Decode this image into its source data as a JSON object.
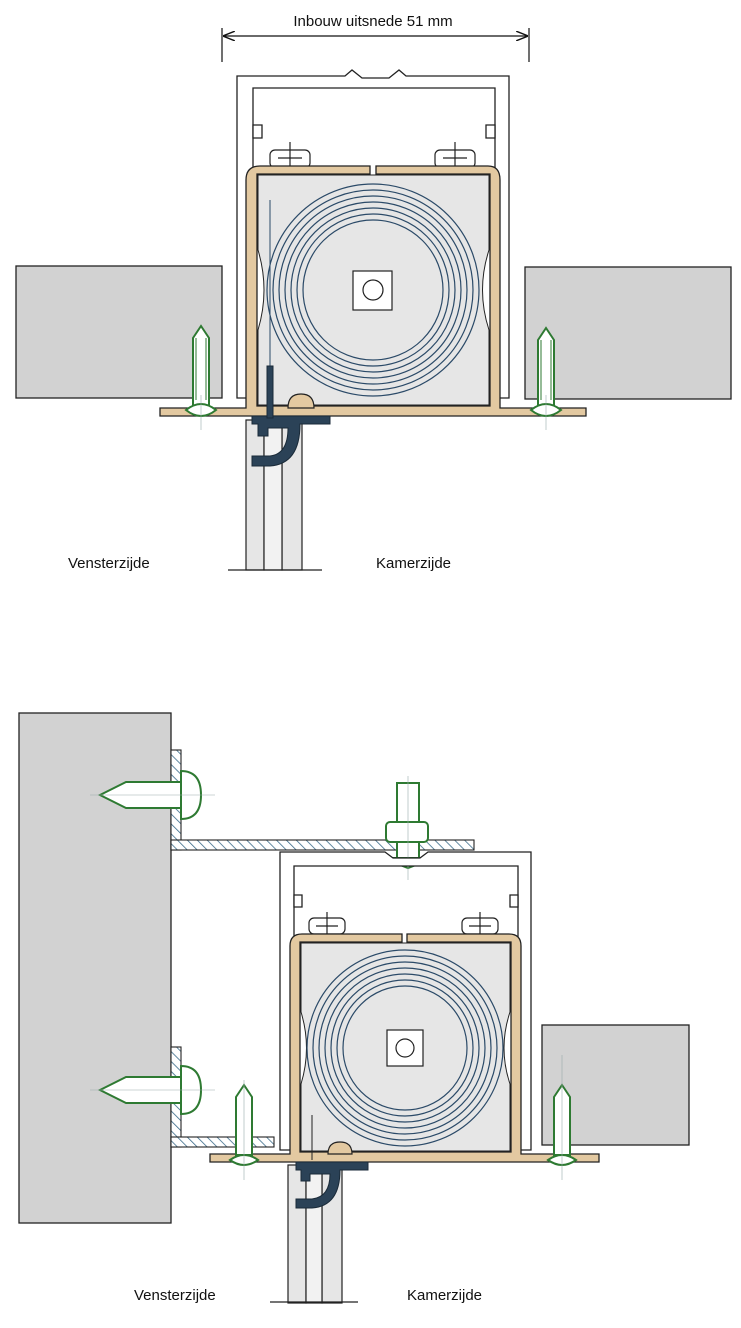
{
  "top": {
    "dimension_label": "Inbouw uitsnede 51 mm",
    "window_side": "Vensterzijde",
    "room_side": "Kamerzijde"
  },
  "bottom": {
    "window_side": "Vensterzijde",
    "room_side": "Kamerzijde"
  },
  "colors": {
    "wall_gray": "#d2d2d2",
    "cassette_tan": "#e3c9a1",
    "roller_gray": "#e6e6e6",
    "spring_blue": "#2b4a68",
    "screw_green": "#2e7a32",
    "clip_navy": "#2b4257",
    "hatch_blue": "#3a6b8a"
  }
}
